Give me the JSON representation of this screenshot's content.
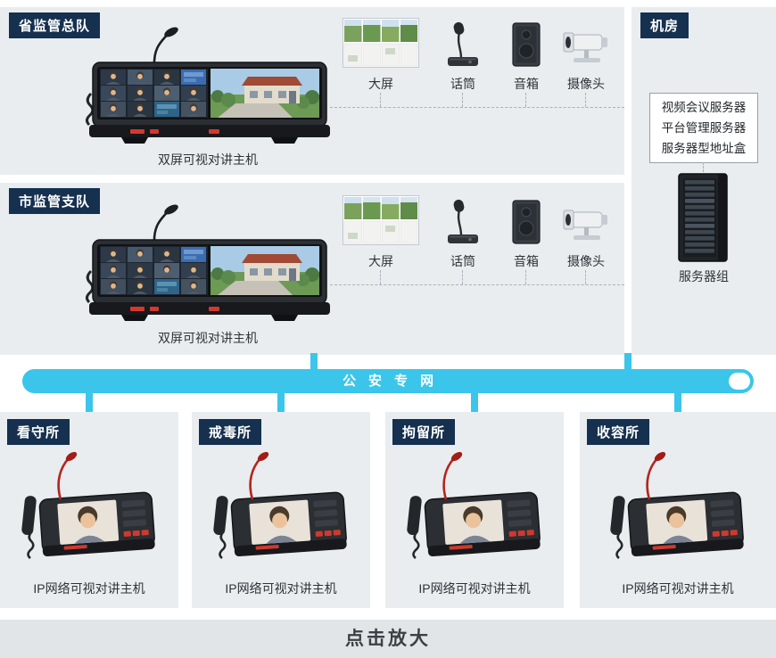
{
  "colors": {
    "badge_navy": "#16304f",
    "network_cyan": "#3bc5ea",
    "panel_gray": "#e9edf0",
    "footer_gray": "#e1e5e8"
  },
  "top_panels": [
    {
      "label": "省监管总队",
      "device_icon": "dual-screen-intercom-icon",
      "device_label": "双屏可视对讲主机",
      "peripherals": [
        {
          "icon": "video-wall-icon",
          "label": "大屏"
        },
        {
          "icon": "microphone-icon",
          "label": "话筒"
        },
        {
          "icon": "speaker-icon",
          "label": "音箱"
        },
        {
          "icon": "camera-icon",
          "label": "摄像头"
        }
      ]
    },
    {
      "label": "市监管支队",
      "device_icon": "dual-screen-intercom-icon",
      "device_label": "双屏可视对讲主机",
      "peripherals": [
        {
          "icon": "video-wall-icon",
          "label": "大屏"
        },
        {
          "icon": "microphone-icon",
          "label": "话筒"
        },
        {
          "icon": "speaker-icon",
          "label": "音箱"
        },
        {
          "icon": "camera-icon",
          "label": "摄像头"
        }
      ]
    }
  ],
  "server_room": {
    "label": "机房",
    "box_lines": [
      "视频会议服务器",
      "平台管理服务器",
      "服务器型地址盒"
    ],
    "rack_icon": "server-rack-icon",
    "rack_label": "服务器组"
  },
  "network_bar": {
    "label": "公安专网"
  },
  "bottom_panels": [
    {
      "label": "看守所",
      "device_icon": "ip-video-intercom-icon",
      "device_label": "IP网络可视对讲主机"
    },
    {
      "label": "戒毒所",
      "device_icon": "ip-video-intercom-icon",
      "device_label": "IP网络可视对讲主机"
    },
    {
      "label": "拘留所",
      "device_icon": "ip-video-intercom-icon",
      "device_label": "IP网络可视对讲主机"
    },
    {
      "label": "收容所",
      "device_icon": "ip-video-intercom-icon",
      "device_label": "IP网络可视对讲主机"
    }
  ],
  "footer": {
    "label": "点击放大"
  }
}
